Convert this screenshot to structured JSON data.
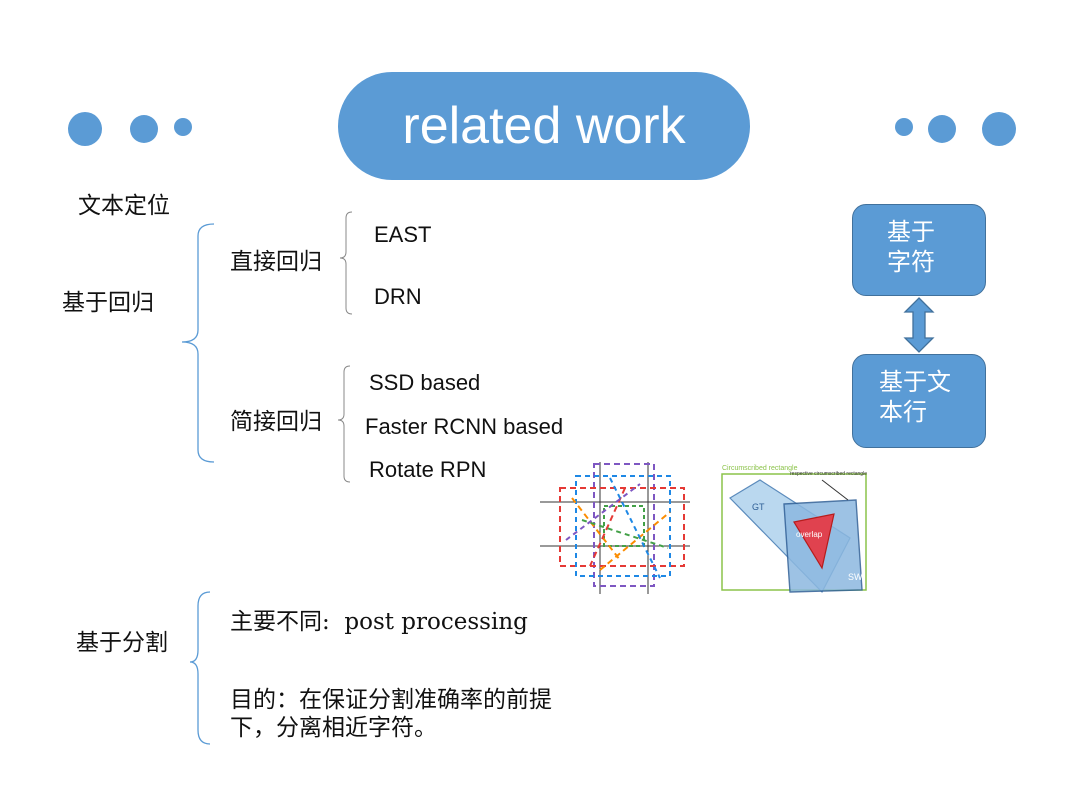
{
  "title": "related work",
  "header_label": "文本定位",
  "regression": {
    "label": "基于回归",
    "direct": {
      "label": "直接回归",
      "items": [
        "EAST",
        "DRN"
      ]
    },
    "indirect": {
      "label": "简接回归",
      "items": [
        "SSD based",
        "Faster RCNN based",
        "Rotate RPN"
      ]
    }
  },
  "segmentation": {
    "label": "基于分割",
    "difference": "主要不同:  post processing",
    "purpose_line1": "目的：在保证分割准确率的前提",
    "purpose_line2": "下，分离相近字符。"
  },
  "side_boxes": {
    "char_line1": "基于",
    "char_line2": "字符",
    "line_line1": "基于文",
    "line_line2": "本行"
  },
  "figure_right": {
    "outer_label": "Circumscribed rectangle",
    "inner_label": "respective circumscribed rectangle",
    "gt_label": "GT",
    "overlap_label": "overlap",
    "sw_label": "SW"
  },
  "colors": {
    "accent": "#5b9bd5",
    "accent_border": "#41719c",
    "green": "#8bc34a",
    "overlap_red": "#e0424f"
  }
}
